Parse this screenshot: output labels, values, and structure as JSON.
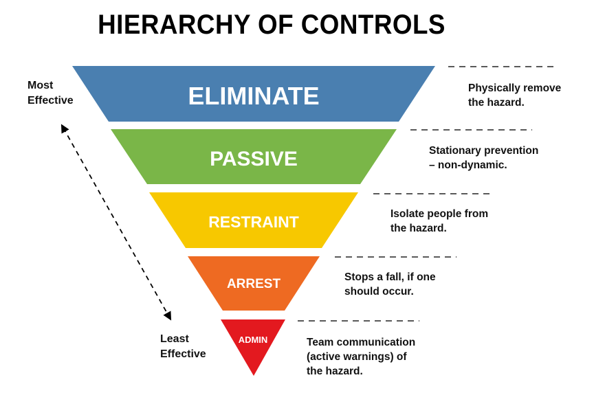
{
  "title": "HIERARCHY OF CONTROLS",
  "axis": {
    "top_label": "Most\nEffective",
    "bottom_label": "Least\nEffective"
  },
  "levels": [
    {
      "label": "ELIMINATE",
      "description": "Physically remove\nthe hazard.",
      "color": "#4a7fb0"
    },
    {
      "label": "PASSIVE",
      "description": "Stationary prevention\n– non-dynamic.",
      "color": "#7ab648"
    },
    {
      "label": "RESTRAINT",
      "description": "Isolate people from\nthe hazard.",
      "color": "#f7c800"
    },
    {
      "label": "ARREST",
      "description": "Stops a fall, if one\nshould occur.",
      "color": "#ee6a22"
    },
    {
      "label": "ADMIN",
      "description": "Team communication\n(active warnings) of\nthe hazard.",
      "color": "#e3191f"
    }
  ]
}
